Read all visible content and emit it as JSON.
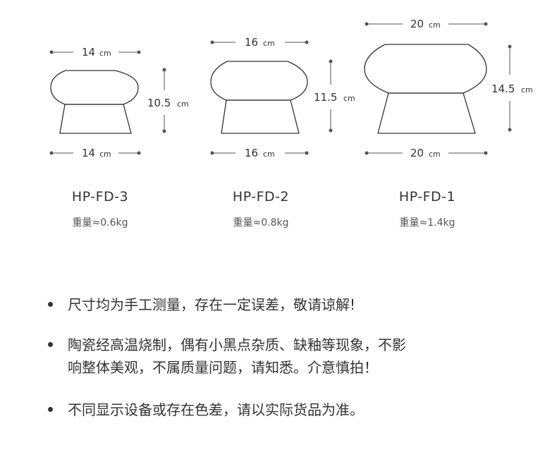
{
  "products": [
    {
      "model": "HP-FD-3",
      "weight": "重量≈0.6kg",
      "top_width": "14",
      "height": "10.5",
      "bottom_width": "14",
      "unit": "cm"
    },
    {
      "model": "HP-FD-2",
      "weight": "重量≈0.8kg",
      "top_width": "16",
      "height": "11.5",
      "bottom_width": "16",
      "unit": "cm"
    },
    {
      "model": "HP-FD-1",
      "weight": "重量≈1.4kg",
      "top_width": "20",
      "height": "14.5",
      "bottom_width": "20",
      "unit": "cm"
    }
  ],
  "notes": [
    [
      "尺寸均为手工测量，存在一定误差，敬请谅解!"
    ],
    [
      "陶瓷经高温烧制，偶有小黑点杂质、缺釉等现象，不影",
      "响整体美观，不属质量问题，请知悉。介意慎拍！"
    ],
    [
      "不同显示设备或存在色差，请以实际货品为准。"
    ]
  ],
  "colors": {
    "text": "#333333",
    "line": "#333333",
    "dim_line": "#555555"
  }
}
